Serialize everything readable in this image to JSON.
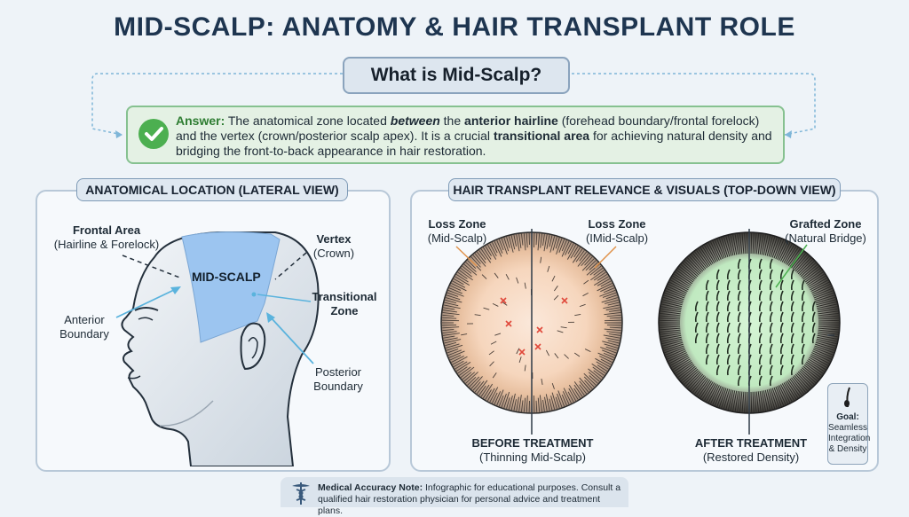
{
  "title": "MID-SCALP: ANATOMY & HAIR TRANSPLANT ROLE",
  "question": "What is Mid-Scalp?",
  "answer": {
    "label": "Answer:",
    "p1": " The anatomical zone located ",
    "em1": "between",
    "p2": " the ",
    "b1": "anterior hairline",
    "p3": " (forehead boundary/frontal forelock) and the vertex (crown/posterior scalp apex). It is a crucial ",
    "b2": "transitional area",
    "p4": " for achieving natural density and bridging the front-to-back appearance in hair restoration."
  },
  "left_panel": {
    "header": "ANATOMICAL LOCATION (LATERAL VIEW)",
    "frontal_title": "Frontal Area",
    "frontal_sub": "(Hairline & Forelock)",
    "midscalp": "MID-SCALP",
    "vertex_title": "Vertex",
    "vertex_sub": "(Crown)",
    "transitional_1": "Transitional",
    "transitional_2": "Zone",
    "anterior_1": "Anterior",
    "anterior_2": "Boundary",
    "posterior_1": "Posterior",
    "posterior_2": "Boundary"
  },
  "right_panel": {
    "header": "HAIR TRANSPLANT RELEVANCE & VISUALS (TOP-DOWN VIEW)",
    "loss1_title": "Loss Zone",
    "loss1_sub": "(Mid-Scalp)",
    "loss2_title": "Loss Zone",
    "loss2_sub": "(IMid-Scalp)",
    "grafted_title": "Grafted Zone",
    "grafted_sub": "(Natural Bridge)",
    "before_title": "BEFORE TREATMENT",
    "before_sub": "(Thinning Mid-Scalp)",
    "after_title": "AFTER TREATMENT",
    "after_sub": "(Restored Density)",
    "goal_label": "Goal:",
    "goal_text": "Seamless Integration & Density"
  },
  "note": {
    "label": "Medical Accuracy Note:",
    "text": " Infographic for educational purposes. Consult a qualified hair restoration physician for personal advice and treatment plans."
  },
  "colors": {
    "title": "#1e3550",
    "midscalp_fill": "#9cc5f0",
    "answer_accent": "#2e7d32",
    "check": "#4caf50",
    "loss_x": "#e0483a",
    "graft_fill": "#c6efc6"
  },
  "icons": [
    "check-icon",
    "caduceus-icon",
    "hair-follicle-icon"
  ]
}
